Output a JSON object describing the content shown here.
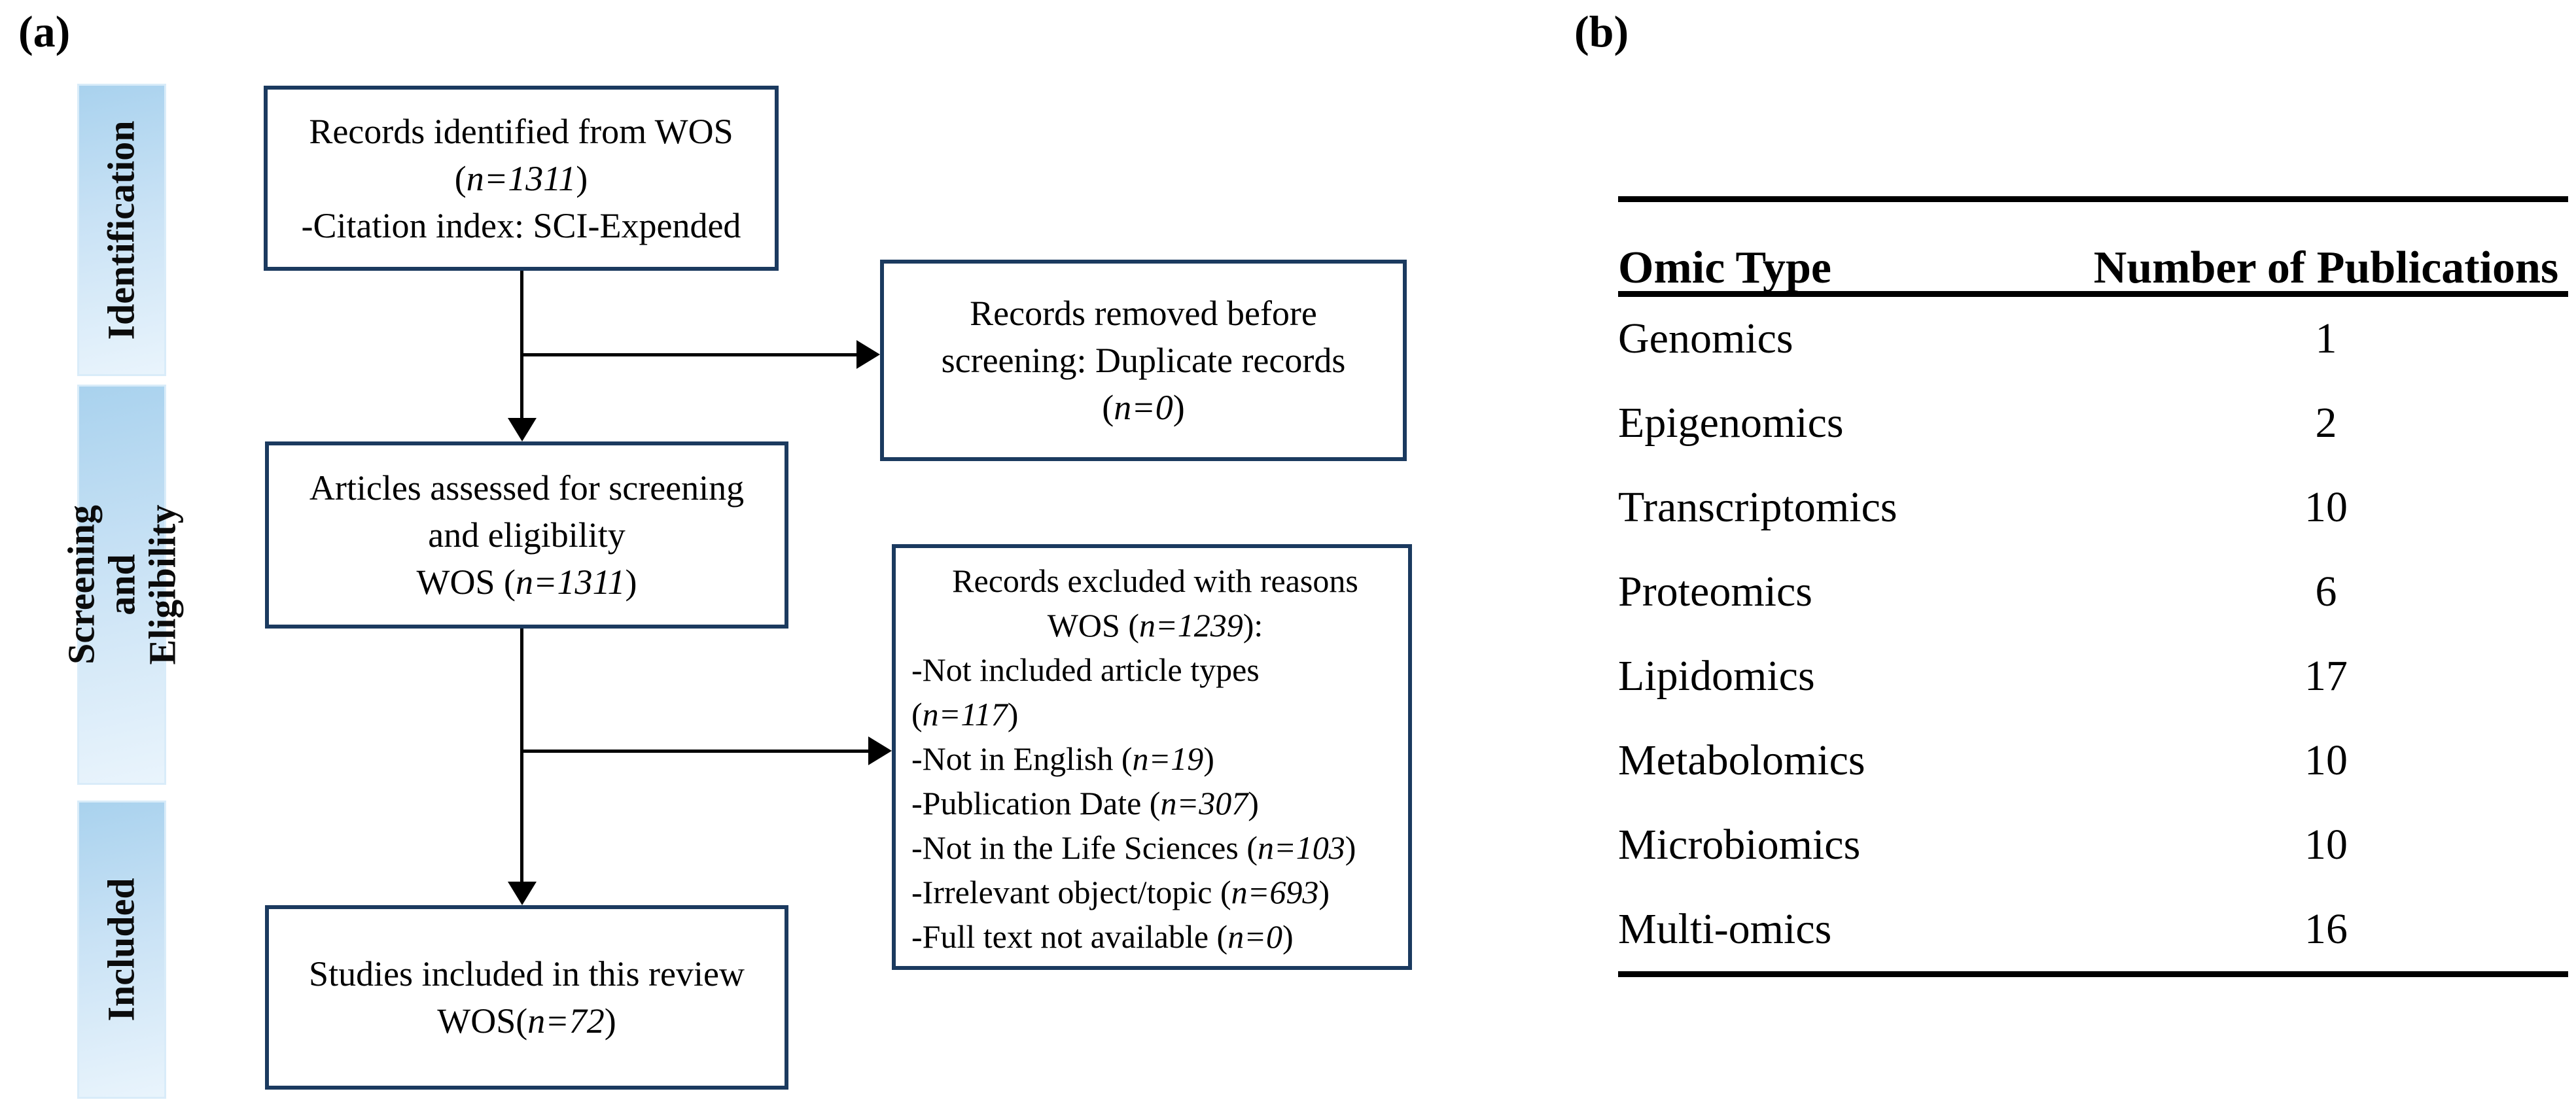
{
  "colors": {
    "box_border": "#1b3a5f",
    "arrow": "#000000",
    "stage_gradient_start": "#a9d2ee",
    "stage_gradient_end": "#e9f4fc",
    "table_rule": "#000000",
    "text": "#000000"
  },
  "panel_a": {
    "label": "(a)",
    "sidebar_stages": [
      {
        "label": "Identification"
      },
      {
        "label": "Screening and\nEligibility"
      },
      {
        "label": "Included"
      }
    ],
    "boxes": {
      "records_identified": {
        "lines": [
          {
            "align": "center",
            "runs": [
              {
                "t": "Records identified from WOS"
              }
            ]
          },
          {
            "align": "center",
            "runs": [
              {
                "t": "("
              },
              {
                "t": "n=1311",
                "i": true
              },
              {
                "t": ")"
              }
            ]
          },
          {
            "align": "center",
            "runs": [
              {
                "t": "-Citation index: SCI-Expended"
              }
            ]
          }
        ]
      },
      "records_removed": {
        "lines": [
          {
            "align": "center",
            "runs": [
              {
                "t": "Records removed before"
              }
            ]
          },
          {
            "align": "center",
            "runs": [
              {
                "t": "screening: Duplicate records"
              }
            ]
          },
          {
            "align": "center",
            "runs": [
              {
                "t": "("
              },
              {
                "t": "n=0",
                "i": true
              },
              {
                "t": ")"
              }
            ]
          }
        ]
      },
      "articles_assessed": {
        "lines": [
          {
            "align": "center",
            "runs": [
              {
                "t": "Articles assessed for screening"
              }
            ]
          },
          {
            "align": "center",
            "runs": [
              {
                "t": "and eligibility"
              }
            ]
          },
          {
            "align": "center",
            "runs": [
              {
                "t": "WOS ("
              },
              {
                "t": "n=1311",
                "i": true
              },
              {
                "t": ")"
              }
            ]
          }
        ]
      },
      "records_excluded": {
        "lines": [
          {
            "align": "center",
            "runs": [
              {
                "t": "Records excluded with reasons"
              }
            ]
          },
          {
            "align": "center",
            "runs": [
              {
                "t": "WOS ("
              },
              {
                "t": "n=1239",
                "i": true
              },
              {
                "t": "):"
              }
            ]
          },
          {
            "align": "left",
            "runs": [
              {
                "t": "-Not included article types"
              }
            ]
          },
          {
            "align": "left",
            "runs": [
              {
                "t": "("
              },
              {
                "t": "n=117",
                "i": true
              },
              {
                "t": ")"
              }
            ]
          },
          {
            "align": "left",
            "runs": [
              {
                "t": "-Not in English ("
              },
              {
                "t": "n=19",
                "i": true
              },
              {
                "t": ")"
              }
            ]
          },
          {
            "align": "left",
            "runs": [
              {
                "t": "-Publication Date ("
              },
              {
                "t": "n=307",
                "i": true
              },
              {
                "t": ")"
              }
            ]
          },
          {
            "align": "left",
            "runs": [
              {
                "t": "-Not in the Life Sciences ("
              },
              {
                "t": "n=103",
                "i": true
              },
              {
                "t": ")"
              }
            ]
          },
          {
            "align": "left",
            "runs": [
              {
                "t": "-Irrelevant object/topic ("
              },
              {
                "t": "n=693",
                "i": true
              },
              {
                "t": ")"
              }
            ]
          },
          {
            "align": "left",
            "runs": [
              {
                "t": "-Full text not available ("
              },
              {
                "t": "n=0",
                "i": true
              },
              {
                "t": ")"
              }
            ]
          }
        ]
      },
      "studies_included": {
        "lines": [
          {
            "align": "center",
            "runs": [
              {
                "t": "Studies included in this review"
              }
            ]
          },
          {
            "align": "center",
            "runs": [
              {
                "t": "WOS("
              },
              {
                "t": "n=72",
                "i": true
              },
              {
                "t": ")"
              }
            ]
          }
        ]
      }
    }
  },
  "panel_b": {
    "label": "(b)",
    "table": {
      "headers": [
        "Omic Type",
        "Number of Publications"
      ],
      "rows": [
        {
          "type": "Genomics",
          "count": "1"
        },
        {
          "type": "Epigenomics",
          "count": "2"
        },
        {
          "type": "Transcriptomics",
          "count": "10"
        },
        {
          "type": "Proteomics",
          "count": "6"
        },
        {
          "type": "Lipidomics",
          "count": "17"
        },
        {
          "type": "Metabolomics",
          "count": "10"
        },
        {
          "type": "Microbiomics",
          "count": "10"
        },
        {
          "type": "Multi-omics",
          "count": "16"
        }
      ]
    }
  },
  "chart_data": {
    "type": "table",
    "title": "Number of publications per omic type",
    "columns": [
      "Omic Type",
      "Number of Publications"
    ],
    "rows": [
      [
        "Genomics",
        1
      ],
      [
        "Epigenomics",
        2
      ],
      [
        "Transcriptomics",
        10
      ],
      [
        "Proteomics",
        6
      ],
      [
        "Lipidomics",
        17
      ],
      [
        "Metabolomics",
        10
      ],
      [
        "Microbiomics",
        10
      ],
      [
        "Multi-omics",
        16
      ]
    ]
  }
}
